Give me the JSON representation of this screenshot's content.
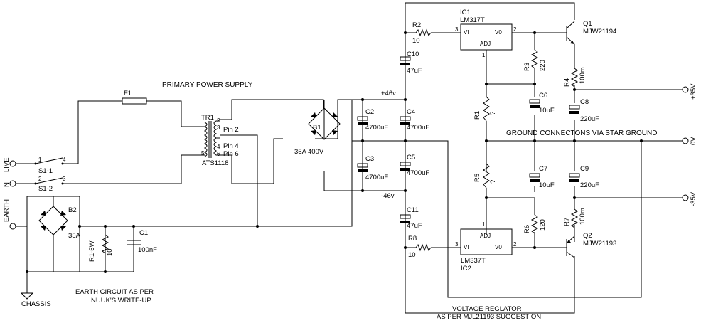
{
  "labels": {
    "primary_power_supply": "PRIMARY POWER SUPPLY",
    "live": "LIVE",
    "neutral": "N",
    "earth": "EARTH",
    "chassis": "CHASSIS",
    "earth_circuit_1": "EARTH CIRCUIT AS PER",
    "earth_circuit_2": "NUUK'S WRITE-UP",
    "voltage_reg_1": "VOLTAGE REGLATOR",
    "voltage_reg_2": "AS PER MJL21193 SUGGESTION",
    "ground_conn": "GROUND CONNECTONS VIA STAR GROUND",
    "plus46": "+46v",
    "minus46": "-46v",
    "plus35": "+35V",
    "zero_v": "0V",
    "minus35": "-35V"
  },
  "components": {
    "f1": "F1",
    "tr1": "TR1",
    "tr_pin2": "Pin 2",
    "tr_pin4": "Pin 4",
    "tr_pin6": "Pin 6",
    "tr_model": "ATS1118",
    "tr_n2": "2",
    "tr_n3": "3",
    "tr_n4": "4",
    "tr_n5": "5",
    "tr_n6": "6",
    "s1_1": "S1-1",
    "s1_2": "S1-2",
    "sw_n1": "1",
    "sw_n4": "4",
    "sw_n2": "2",
    "sw_n3": "3",
    "b1": "B1",
    "b1_rating": "35A 400V",
    "b2": "B2",
    "b2_rating": "35A",
    "r1": "R1-5W",
    "r1_val": "10",
    "c1": "C1",
    "c1_val": "100nF",
    "c2": "C2",
    "c2_val": "4700uF",
    "c3": "C3",
    "c3_val": "4700uF",
    "c4": "C4",
    "c4_val": "4700uF",
    "c5": "C5",
    "c5_val": "4700uF",
    "c10": "C10",
    "c10_val": "47uF",
    "c11": "C11",
    "c11_val": "47uF",
    "r2": "R2",
    "r2_val": "10",
    "r8": "R8",
    "r8_val": "10",
    "ic1": "IC1",
    "ic1_part": "LM317T",
    "ic1_vi": "VI",
    "ic1_vo": "V0",
    "ic1_adj": "ADJ",
    "ic1_p1": "1",
    "ic1_p2": "2",
    "ic1_p3": "3",
    "ic2_part": "LM337T",
    "ic2": "IC2",
    "ic2_vi": "VI",
    "ic2_vo": "V0",
    "ic2_adj": "ADJ",
    "ic2_p1": "1",
    "ic2_p2": "2",
    "ic2_p3": "3",
    "r3": "R3",
    "r3_val": "220",
    "r1b": "R1",
    "r1b_val": "?",
    "r5": "R5",
    "r5_val": "?",
    "r6": "R6",
    "r6_val": "120",
    "c6": "C6",
    "c6_val": "10uF",
    "c7": "C7",
    "c7_val": "10uF",
    "q1": "Q1",
    "q1_part": "MJW21194",
    "q2": "Q2",
    "q2_part": "MJW21193",
    "r4": "R4",
    "r4_val": "100m",
    "r7": "R7",
    "r7_val": "100m",
    "c8": "C8",
    "c8_val": "220uF",
    "c9": "C9",
    "c9_val": "220uF"
  }
}
